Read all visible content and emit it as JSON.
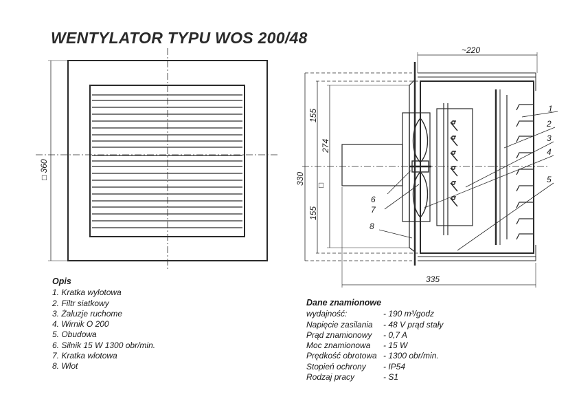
{
  "title": "WENTYLATOR TYPU WOS 200/48",
  "dimensions": {
    "front_height": "□ 360",
    "overall_depth": "~220",
    "upper_half": "155",
    "lower_half": "155",
    "inner_height": "274",
    "total_height": "330",
    "square_mark": "□",
    "total_length": "335"
  },
  "callouts": [
    "1",
    "2",
    "3",
    "4",
    "5",
    "6",
    "7",
    "8"
  ],
  "opis": {
    "heading": "Opis",
    "items": [
      "1. Kratka wylotowa",
      "2. Filtr siatkowy",
      "3. Żaluzje ruchome",
      "4. Wirnik O 200",
      "5. Obudowa",
      "6. Silnik 15 W 1300 obr/min.",
      "7. Kratka wlotowa",
      "8. Wlot"
    ]
  },
  "dane": {
    "heading": "Dane znamionowe",
    "rows": [
      {
        "label": "wydajność:",
        "value": "- 190 m³/godz"
      },
      {
        "label": "Napięcie zasilania",
        "value": "- 48 V prąd stały"
      },
      {
        "label": "Prąd znamionowy",
        "value": "- 0,7 A"
      },
      {
        "label": "Moc znamionowa",
        "value": "- 15 W"
      },
      {
        "label": "Prędkość obrotowa",
        "value": "- 1300 obr/min."
      },
      {
        "label": "Stopień ochrony",
        "value": "- IP54"
      },
      {
        "label": "Rodzaj pracy",
        "value": "- S1"
      }
    ]
  }
}
